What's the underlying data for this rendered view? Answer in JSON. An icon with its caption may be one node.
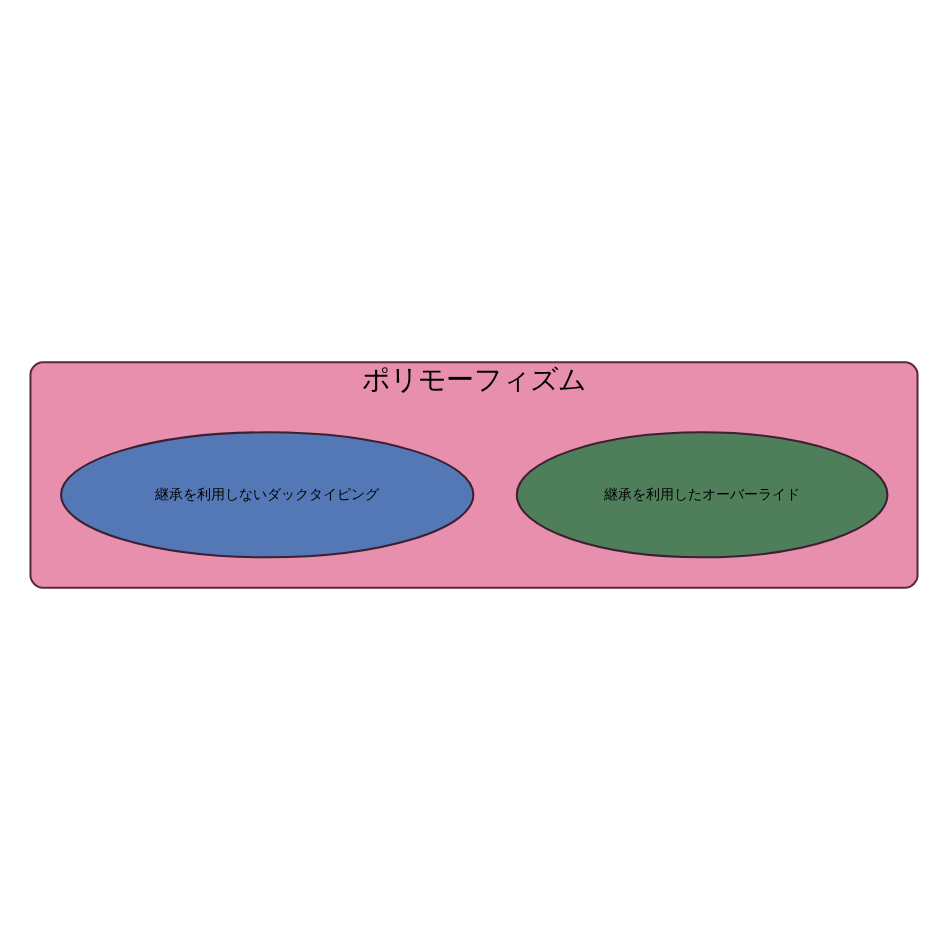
{
  "diagram": {
    "nodes": [
      {
        "text": [
          "ポリモーフィズム"
        ]
      },
      {
        "text": [
          "継承を利用したオーバーライド"
        ],
        "in": 0
      },
      {
        "text": [
          "継承を利用しないダックタイピング"
        ],
        "in": 0
      }
    ],
    "edges": []
  }
}
